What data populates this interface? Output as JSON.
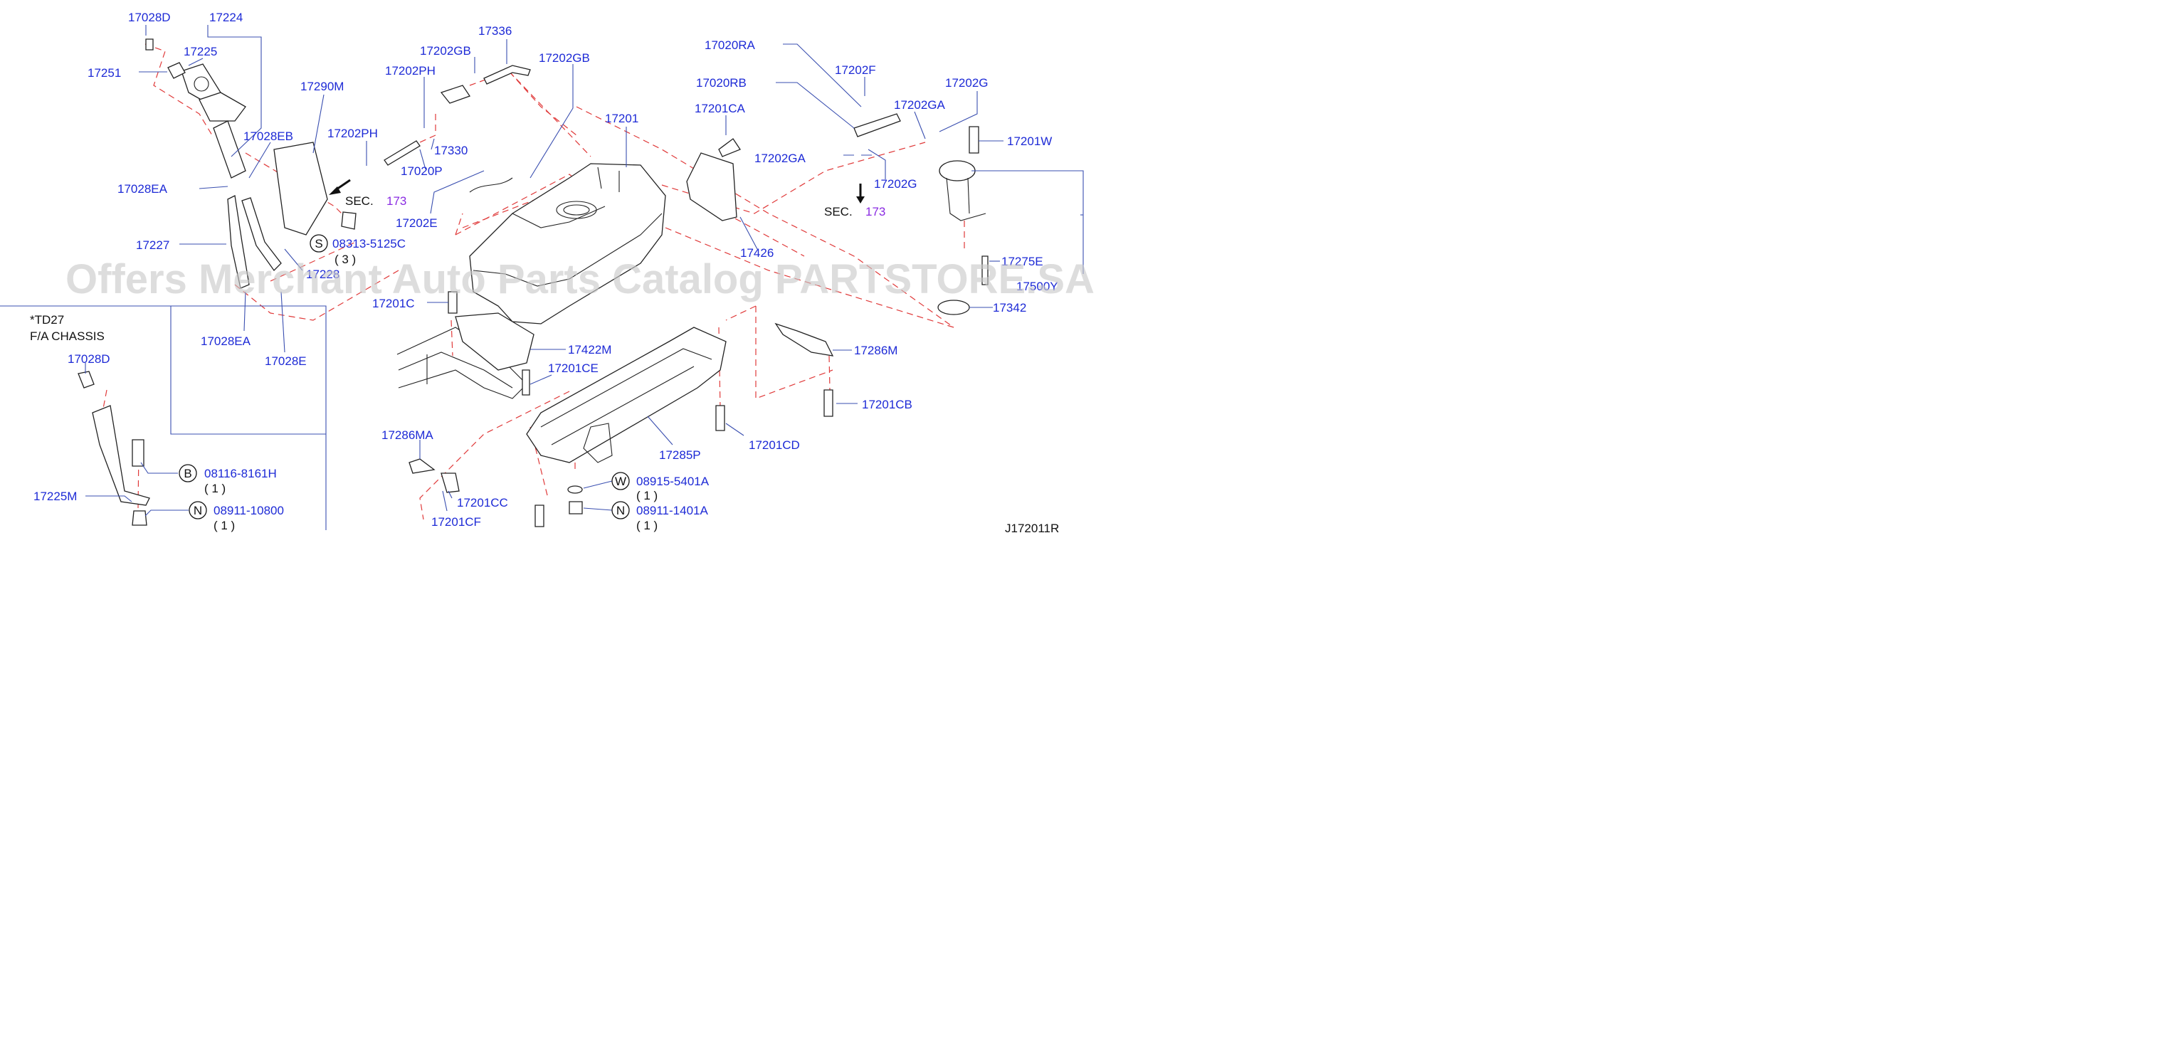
{
  "watermark": "Offers Merchant Auto Parts Catalog PARTSTORE.SA",
  "diagram_ref": "J172011R",
  "note": {
    "line1": "*TD27",
    "line2": "F/A   CHASSIS"
  },
  "sec_refs": [
    {
      "prefix": "SEC.",
      "num": "173"
    },
    {
      "prefix": "SEC.",
      "num": "173"
    }
  ],
  "std_parts": [
    {
      "symbol": "S",
      "number": "08313-5125C",
      "qty": "( 3 )"
    },
    {
      "symbol": "B",
      "number": "08116-8161H",
      "qty": "( 1 )"
    },
    {
      "symbol": "N",
      "number": "08911-10800",
      "qty": "( 1 )"
    },
    {
      "symbol": "W",
      "number": "08915-5401A",
      "qty": "( 1 )"
    },
    {
      "symbol": "N",
      "number": "08911-1401A",
      "qty": "( 1 )"
    }
  ],
  "part_labels": {
    "p17028D_top": "17028D",
    "p17224": "17224",
    "p17225": "17225",
    "p17251": "17251",
    "p17290M": "17290M",
    "p17028EB": "17028EB",
    "p17028EA_1": "17028EA",
    "p17227": "17227",
    "p17228": "17228",
    "p17028EA_2": "17028EA",
    "p17028E": "17028E",
    "p17336": "17336",
    "p17202GB_1": "17202GB",
    "p17202PH_1": "17202PH",
    "p17202GB_2": "17202GB",
    "p17202PH_2": "17202PH",
    "p17330": "17330",
    "p17020P": "17020P",
    "p17202E": "17202E",
    "p17201": "17201",
    "p17201C": "17201C",
    "p17422M": "17422M",
    "p17201CE": "17201CE",
    "p17020RA": "17020RA",
    "p17020RB": "17020RB",
    "p17201CA": "17201CA",
    "p17202F": "17202F",
    "p17202G_1": "17202G",
    "p17202GA_1": "17202GA",
    "p17201W": "17201W",
    "p17202GA_2": "17202GA",
    "p17202G_2": "17202G",
    "p17426": "17426",
    "p17275E": "17275E",
    "p17500Y": "17500Y",
    "p17342": "17342",
    "p17286M": "17286M",
    "p17201CB": "17201CB",
    "p17285P": "17285P",
    "p17201CD": "17201CD",
    "p17286MA": "17286MA",
    "p17201CC": "17201CC",
    "p17201CF": "17201CF",
    "p17028D_bot": "17028D",
    "p17225M": "17225M"
  }
}
